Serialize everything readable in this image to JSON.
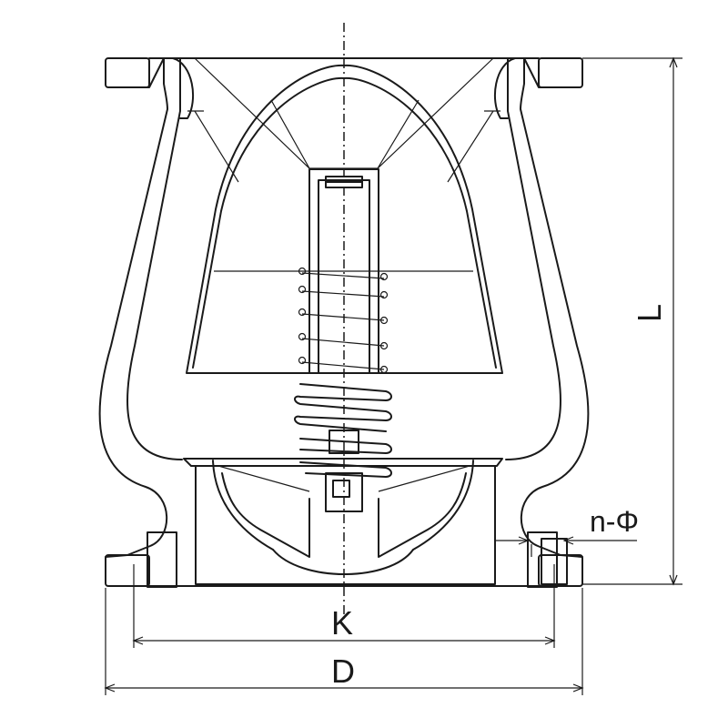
{
  "labels": {
    "height": "L",
    "bolt_circle": "K",
    "outer_diameter": "D",
    "bolt_holes": "n-Φ"
  },
  "colors": {
    "line": "#1a1a1a",
    "background": "#ffffff"
  }
}
